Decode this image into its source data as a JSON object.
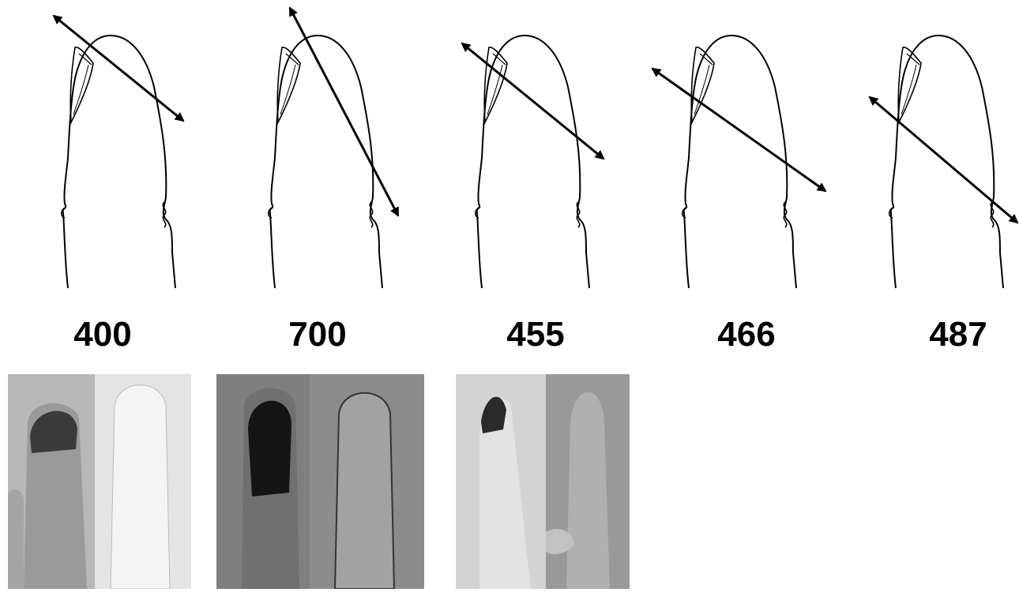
{
  "colors": {
    "line": "#000000",
    "background": "#ffffff"
  },
  "panels": [
    {
      "id": "p400",
      "value": "400"
    },
    {
      "id": "p700",
      "value": "700"
    },
    {
      "id": "p455",
      "value": "455"
    },
    {
      "id": "p466",
      "value": "466"
    },
    {
      "id": "p487",
      "value": "487"
    }
  ],
  "photos": [
    {
      "id": "photo-1",
      "left_tone": "#b8b8b8",
      "right_tone": "#e4e4e4",
      "lesion_tone": "#3a3a3a"
    },
    {
      "id": "photo-2",
      "left_tone": "#7f7f7f",
      "right_tone": "#8c8c8c",
      "lesion_tone": "#151515"
    },
    {
      "id": "photo-3",
      "left_tone": "#d3d3d3",
      "right_tone": "#999999",
      "lesion_tone": "#2a2a2a"
    }
  ]
}
